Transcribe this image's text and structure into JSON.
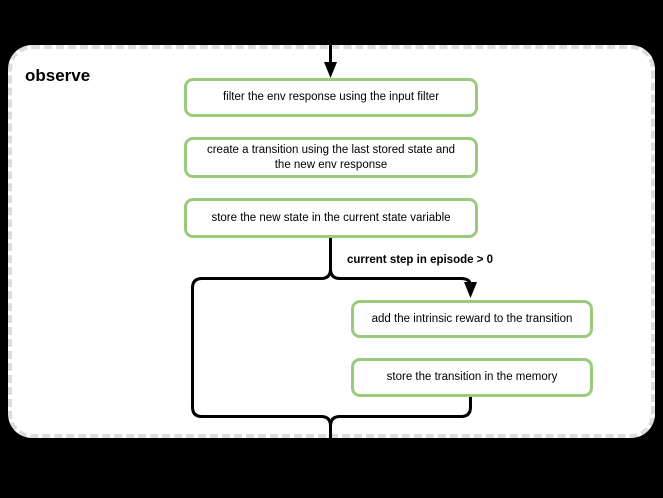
{
  "title": "observe",
  "flow": {
    "main_steps": [
      {
        "label": "filter the env response using the input filter"
      },
      {
        "label": "create a transition using the last stored state and the new env response"
      },
      {
        "label": "store the new state in the current state variable"
      }
    ],
    "branch": {
      "condition_label": "current step in episode > 0",
      "steps": [
        {
          "label": "add the intrinsic reward to the transition"
        },
        {
          "label": "store the transition in the memory"
        }
      ]
    }
  },
  "colors": {
    "background": "#000000",
    "container_fill": "#ffffff",
    "container_dash": "#dcdcdc",
    "node_border_green": "#9aca7c",
    "connector_line": "#000000",
    "text": "#000000"
  }
}
